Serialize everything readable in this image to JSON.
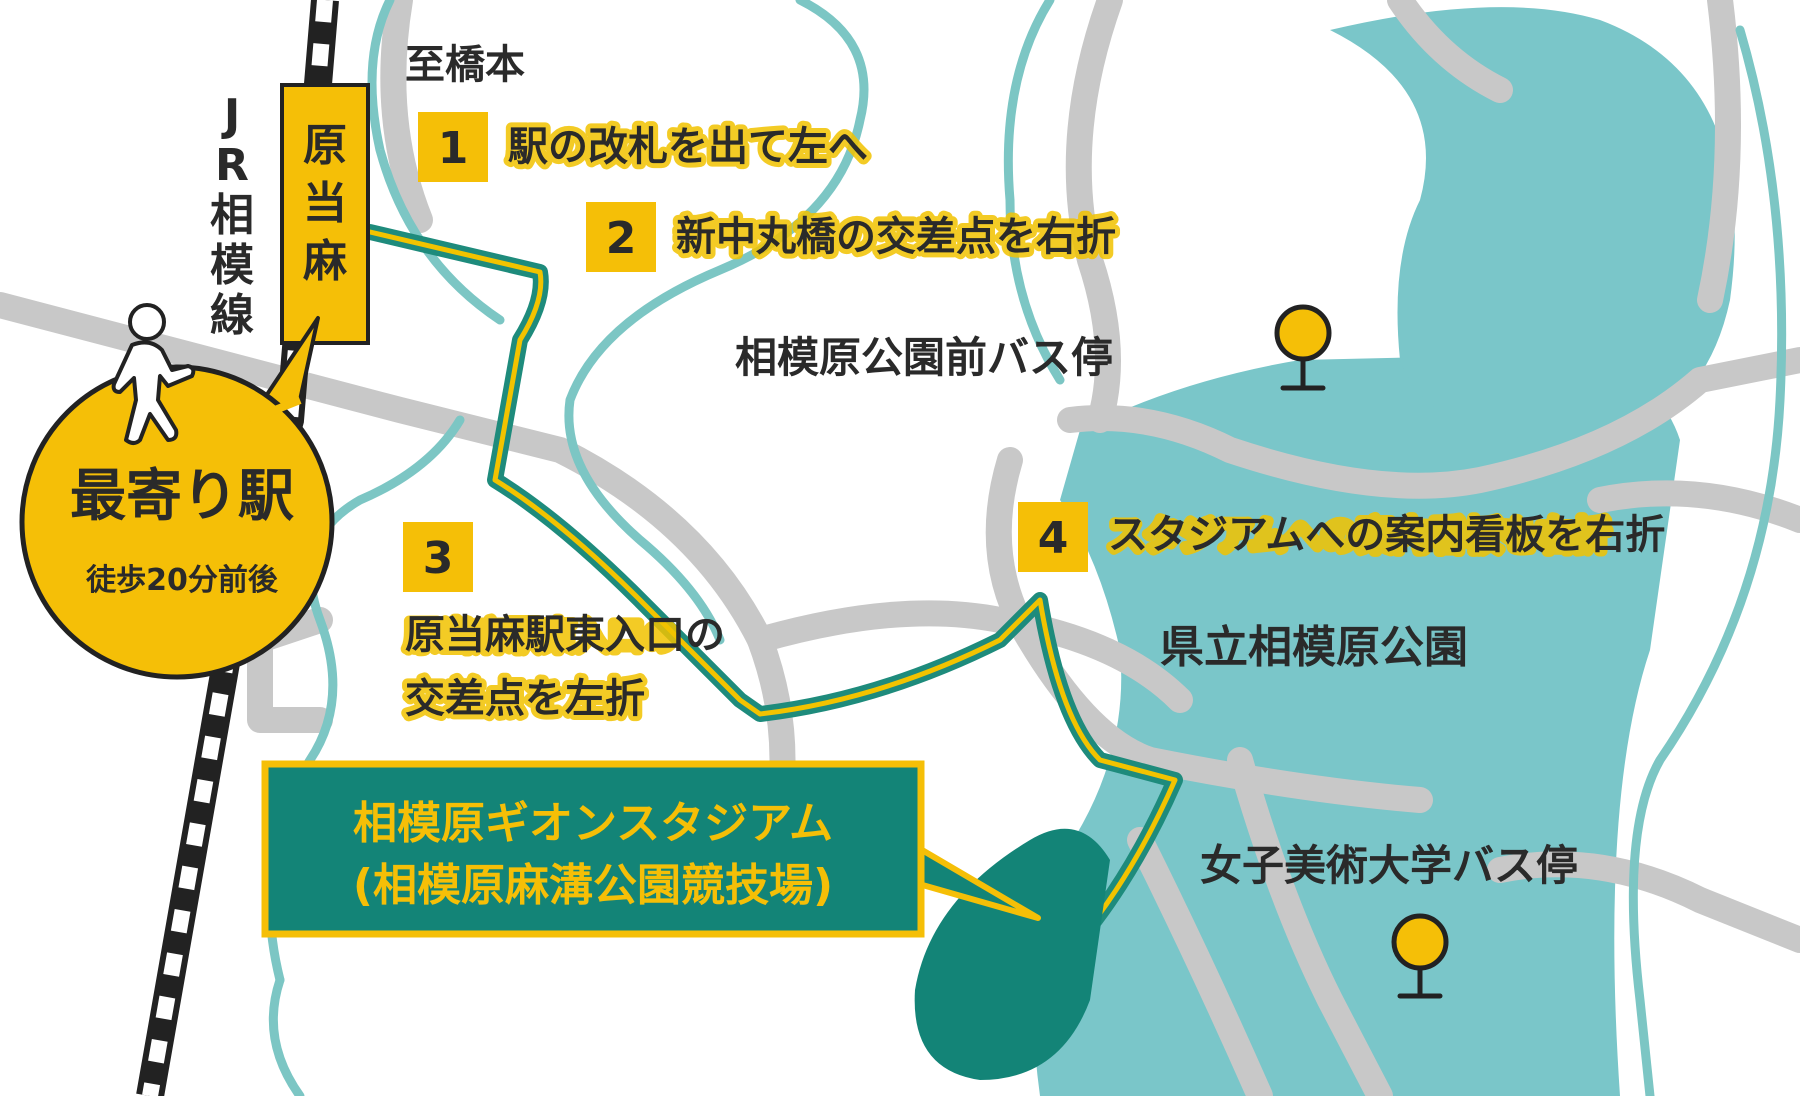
{
  "colors": {
    "background": "#ffffff",
    "park_teal": "#7ac6c9",
    "road_gray": "#c8c8c8",
    "river_line": "#7cc6c4",
    "route_green": "#1e8b7c",
    "route_yellow": "#f2c300",
    "stadium": "#138477",
    "label_yellow": "#f5bf07",
    "text_dark": "#2a2a2a"
  },
  "rail": {
    "line_name": "JR相模線",
    "station_name": "原当麻"
  },
  "nearest_station": {
    "title": "最寄り駅",
    "subtitle": "徒歩20分前後",
    "icon": "walking-person-icon"
  },
  "direction_label": "至橋本",
  "steps": [
    {
      "number": "1",
      "text": "駅の改札を出て左へ"
    },
    {
      "number": "2",
      "text": "新中丸橋の交差点を右折"
    },
    {
      "number": "3",
      "text_line1": "原当麻駅東入口の",
      "text_line2": "交差点を左折"
    },
    {
      "number": "4",
      "text": "スタジアムへの案内看板を右折"
    }
  ],
  "bus_stops": [
    {
      "name": "相模原公園前バス停",
      "icon": "bus-stop-pin-icon"
    },
    {
      "name": "女子美術大学バス停",
      "icon": "bus-stop-pin-icon"
    }
  ],
  "park_name": "県立相模原公園",
  "stadium": {
    "name_line1": "相模原ギオンスタジアム",
    "name_line2": "(相模原麻溝公園競技場)"
  }
}
